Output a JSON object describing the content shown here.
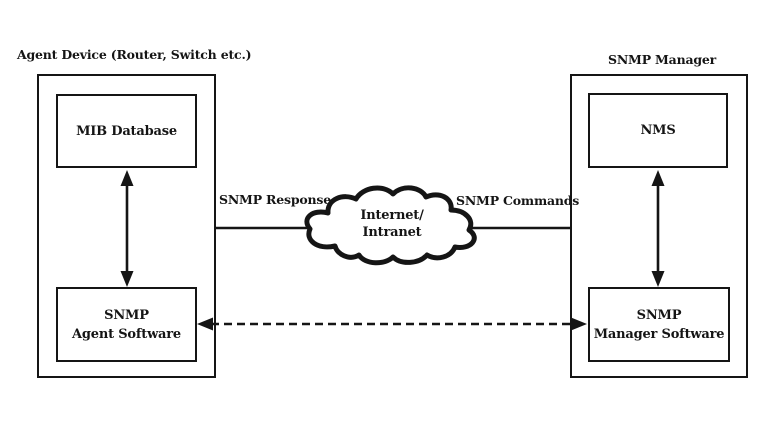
{
  "diagram": {
    "colors": {
      "background": "#ffffff",
      "line": "#151515"
    },
    "agent": {
      "title": "Agent Device (Router, Switch etc.)",
      "mib_label": "MIB Database",
      "software_line1": "SNMP",
      "software_line2": "Agent Software"
    },
    "manager": {
      "title": "SNMP Manager",
      "nms_label": "NMS",
      "software_line1": "SNMP",
      "software_line2": "Manager Software"
    },
    "cloud": {
      "line1": "Internet/",
      "line2": "Intranet"
    },
    "links": {
      "response_label": "SNMP Response",
      "commands_label": "SNMP Commands"
    }
  }
}
